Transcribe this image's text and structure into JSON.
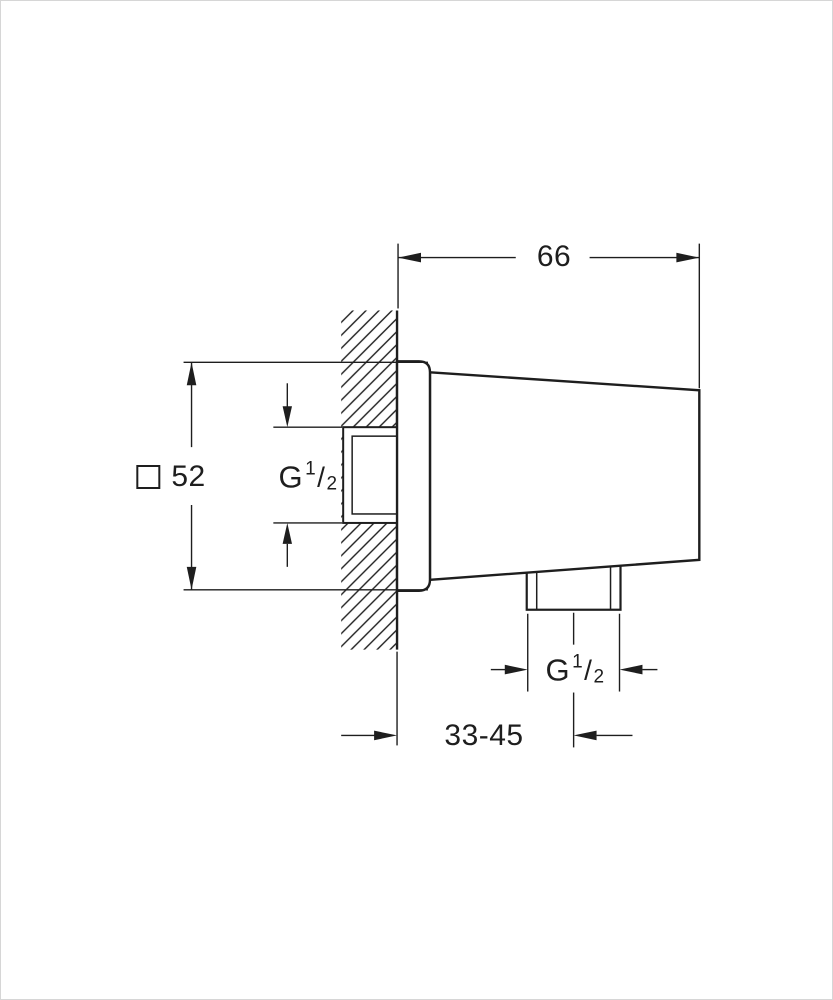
{
  "page": {
    "background": "#ffffff",
    "border_color": "#d6d6d6",
    "line_color": "#1e1e1e"
  },
  "drawing": {
    "type": "technical-dimension-drawing",
    "labels": {
      "top_width": "66",
      "flange_square": {
        "symbol": "square-outline",
        "value": "52"
      },
      "inlet_thread": {
        "g": "G",
        "num": "1",
        "slash": "/",
        "den": "2"
      },
      "outlet_thread": {
        "g": "G",
        "num": "1",
        "slash": "/",
        "den": "2"
      },
      "wall_offset": "33-45"
    }
  }
}
